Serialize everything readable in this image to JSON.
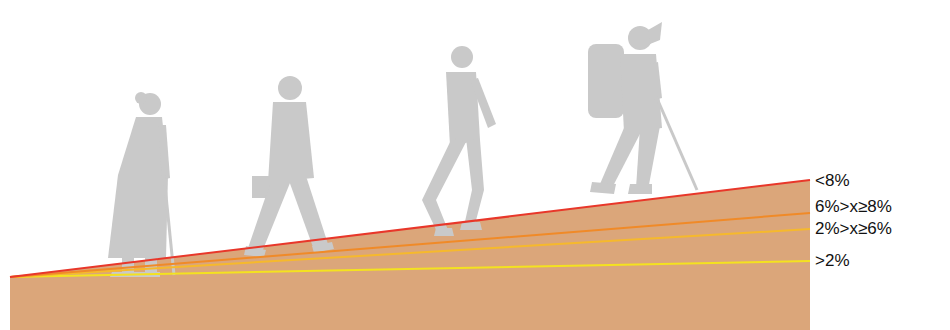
{
  "diagram": {
    "labels": [
      "<8%",
      "6%>x≥8%",
      "2%>x≥6%",
      ">2%"
    ]
  }
}
